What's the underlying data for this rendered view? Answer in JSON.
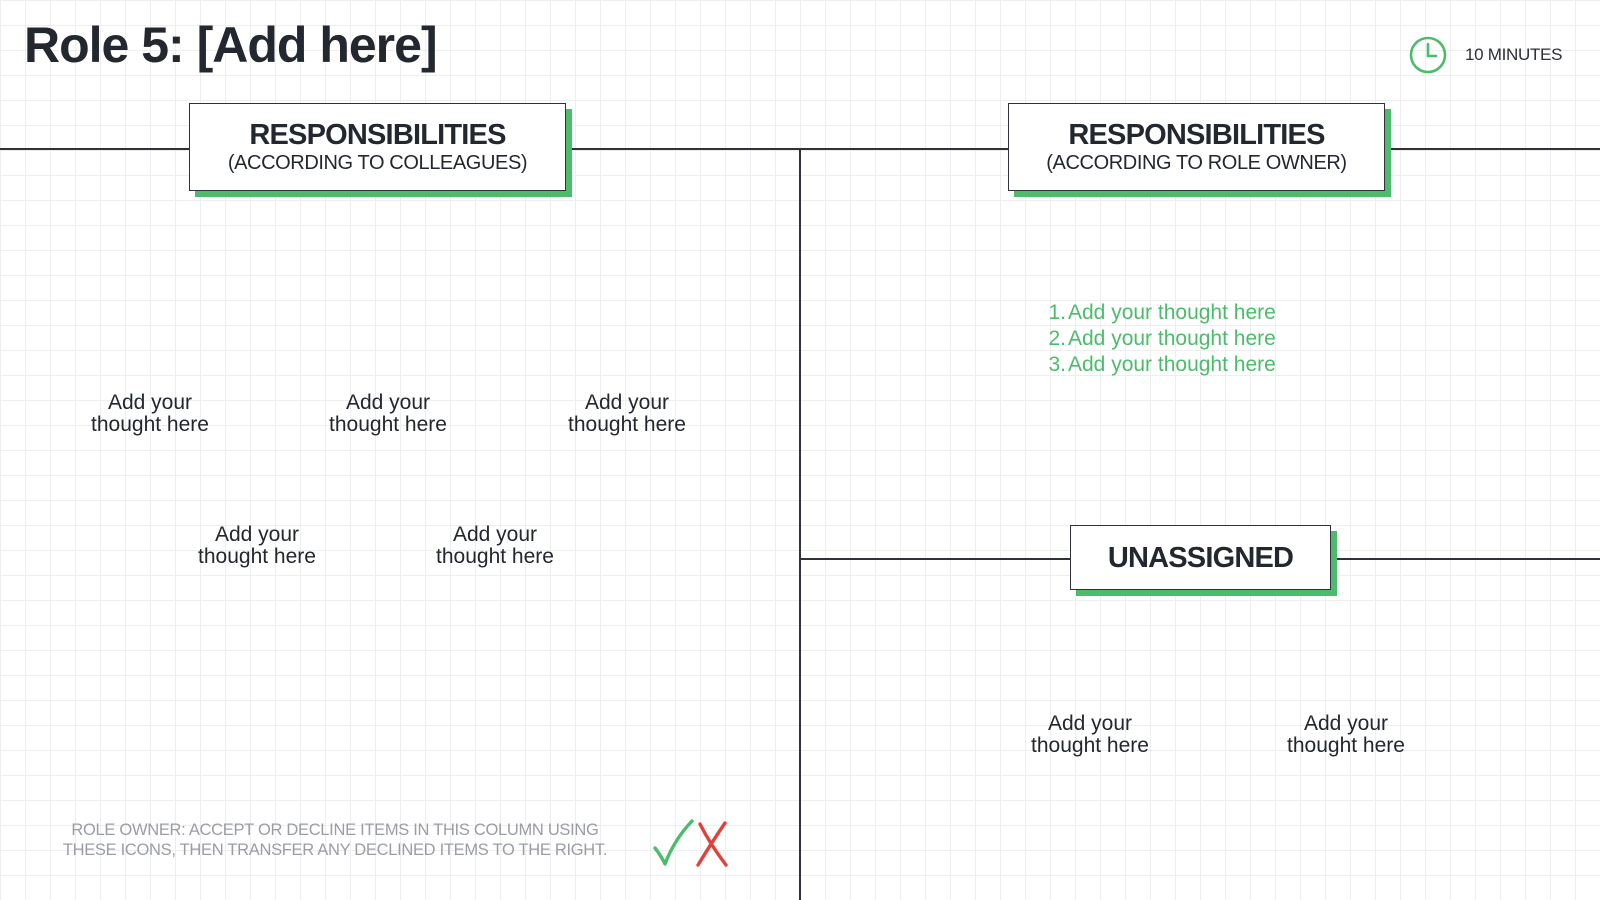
{
  "page": {
    "title": "Role 5: [Add here]"
  },
  "timer": {
    "label": "10 MINUTES"
  },
  "left_column": {
    "header_title": "RESPONSIBILITIES",
    "header_subtitle": "(ACCORDING TO COLLEAGUES)",
    "notes": [
      {
        "line1": "Add your",
        "line2": "thought here"
      },
      {
        "line1": "Add your",
        "line2": "thought here"
      },
      {
        "line1": "Add your",
        "line2": "thought here"
      },
      {
        "line1": "Add your",
        "line2": "thought here"
      },
      {
        "line1": "Add your",
        "line2": "thought here"
      }
    ],
    "instruction_line1": "ROLE OWNER: ACCEPT OR DECLINE ITEMS IN THIS COLUMN USING",
    "instruction_line2": "THESE ICONS, THEN TRANSFER ANY DECLINED ITEMS TO THE RIGHT."
  },
  "right_column": {
    "header_title": "RESPONSIBILITIES",
    "header_subtitle": "(ACCORDING TO ROLE OWNER)",
    "list": [
      {
        "num": "1.",
        "text": "Add your thought  here"
      },
      {
        "num": "2.",
        "text": "Add your thought here"
      },
      {
        "num": "3.",
        "text": "Add your thought here"
      }
    ]
  },
  "unassigned": {
    "header_title": "UNASSIGNED",
    "notes": [
      {
        "line1": "Add your",
        "line2": "thought here"
      },
      {
        "line1": "Add your",
        "line2": "thought here"
      }
    ]
  },
  "icons": {
    "timer": "clock-icon",
    "accept": "checkmark-icon",
    "decline": "cross-icon"
  },
  "colors": {
    "accent": "#4cbb6c",
    "decline": "#e0423b",
    "text": "#23272f",
    "muted": "#9a9ea4"
  }
}
